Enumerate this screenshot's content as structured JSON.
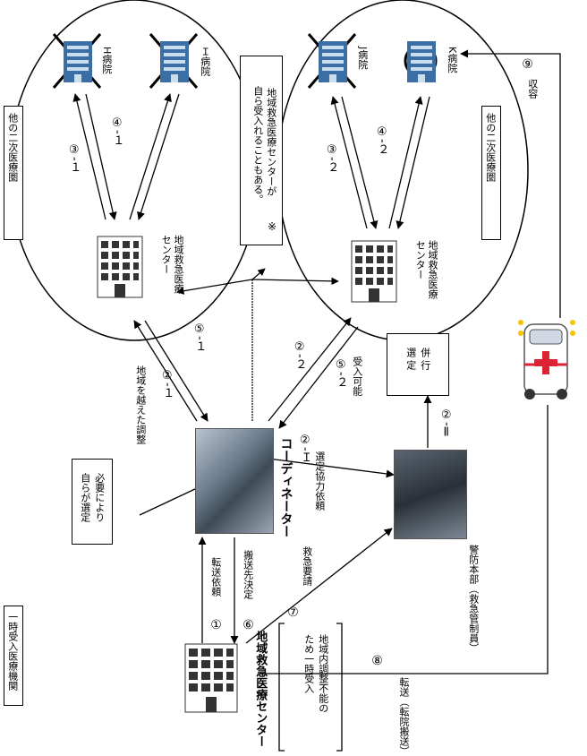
{
  "regions": {
    "region_left_label": "他の二次医療圏",
    "region_right_label": "他の二次医療圏"
  },
  "hospitals": {
    "h": "H病院",
    "i": "Ｉ病院",
    "j": "J病院",
    "k": "K病院"
  },
  "centers": {
    "regional_center_label": "地域救急医療センター",
    "origin_center_label": "地域救急医療センター"
  },
  "note_box": {
    "mark": "※",
    "line1": "地域救急医療センターが",
    "line2": "自ら受入れることもある。"
  },
  "self_select_box": {
    "line1": "必要により",
    "line2": "自らが選定"
  },
  "origin_box": {
    "label": "一時受入医療機関"
  },
  "origin_note": {
    "line1": "地域内調整不能の",
    "line2": "ため一時受入"
  },
  "coordinator": {
    "label": "コーディネーター"
  },
  "fire_hq": {
    "label": "警防本部（救急管制員）"
  },
  "parallel_box": {
    "line1": "併",
    "line2": "行",
    "line3": "選",
    "line4": "定"
  },
  "arrows": {
    "s1_num": "①",
    "s1_text": "転送依頼",
    "s6_num": "⑥",
    "s6_text": "搬送先決定",
    "s7_num": "⑦",
    "s7_text": "救急要請",
    "s8_num": "⑧",
    "s8_text": "転送（転院搬送）",
    "s9_num": "⑨",
    "s9_text": "収容",
    "s2_1": "②-１",
    "s2_1_text": "地域を越えた調整",
    "s2_2": "②-２",
    "s2_I": "②-Ｉ",
    "s2_I_text": "選定協力依頼",
    "s2_II": "②-Ⅱ",
    "s3_1": "③-１",
    "s3_2": "③-２",
    "s4_1": "④-１",
    "s4_2": "④-２",
    "s5_1": "⑤-１",
    "s5_2": "⑤-２",
    "s5_2_text": "受入可能"
  }
}
